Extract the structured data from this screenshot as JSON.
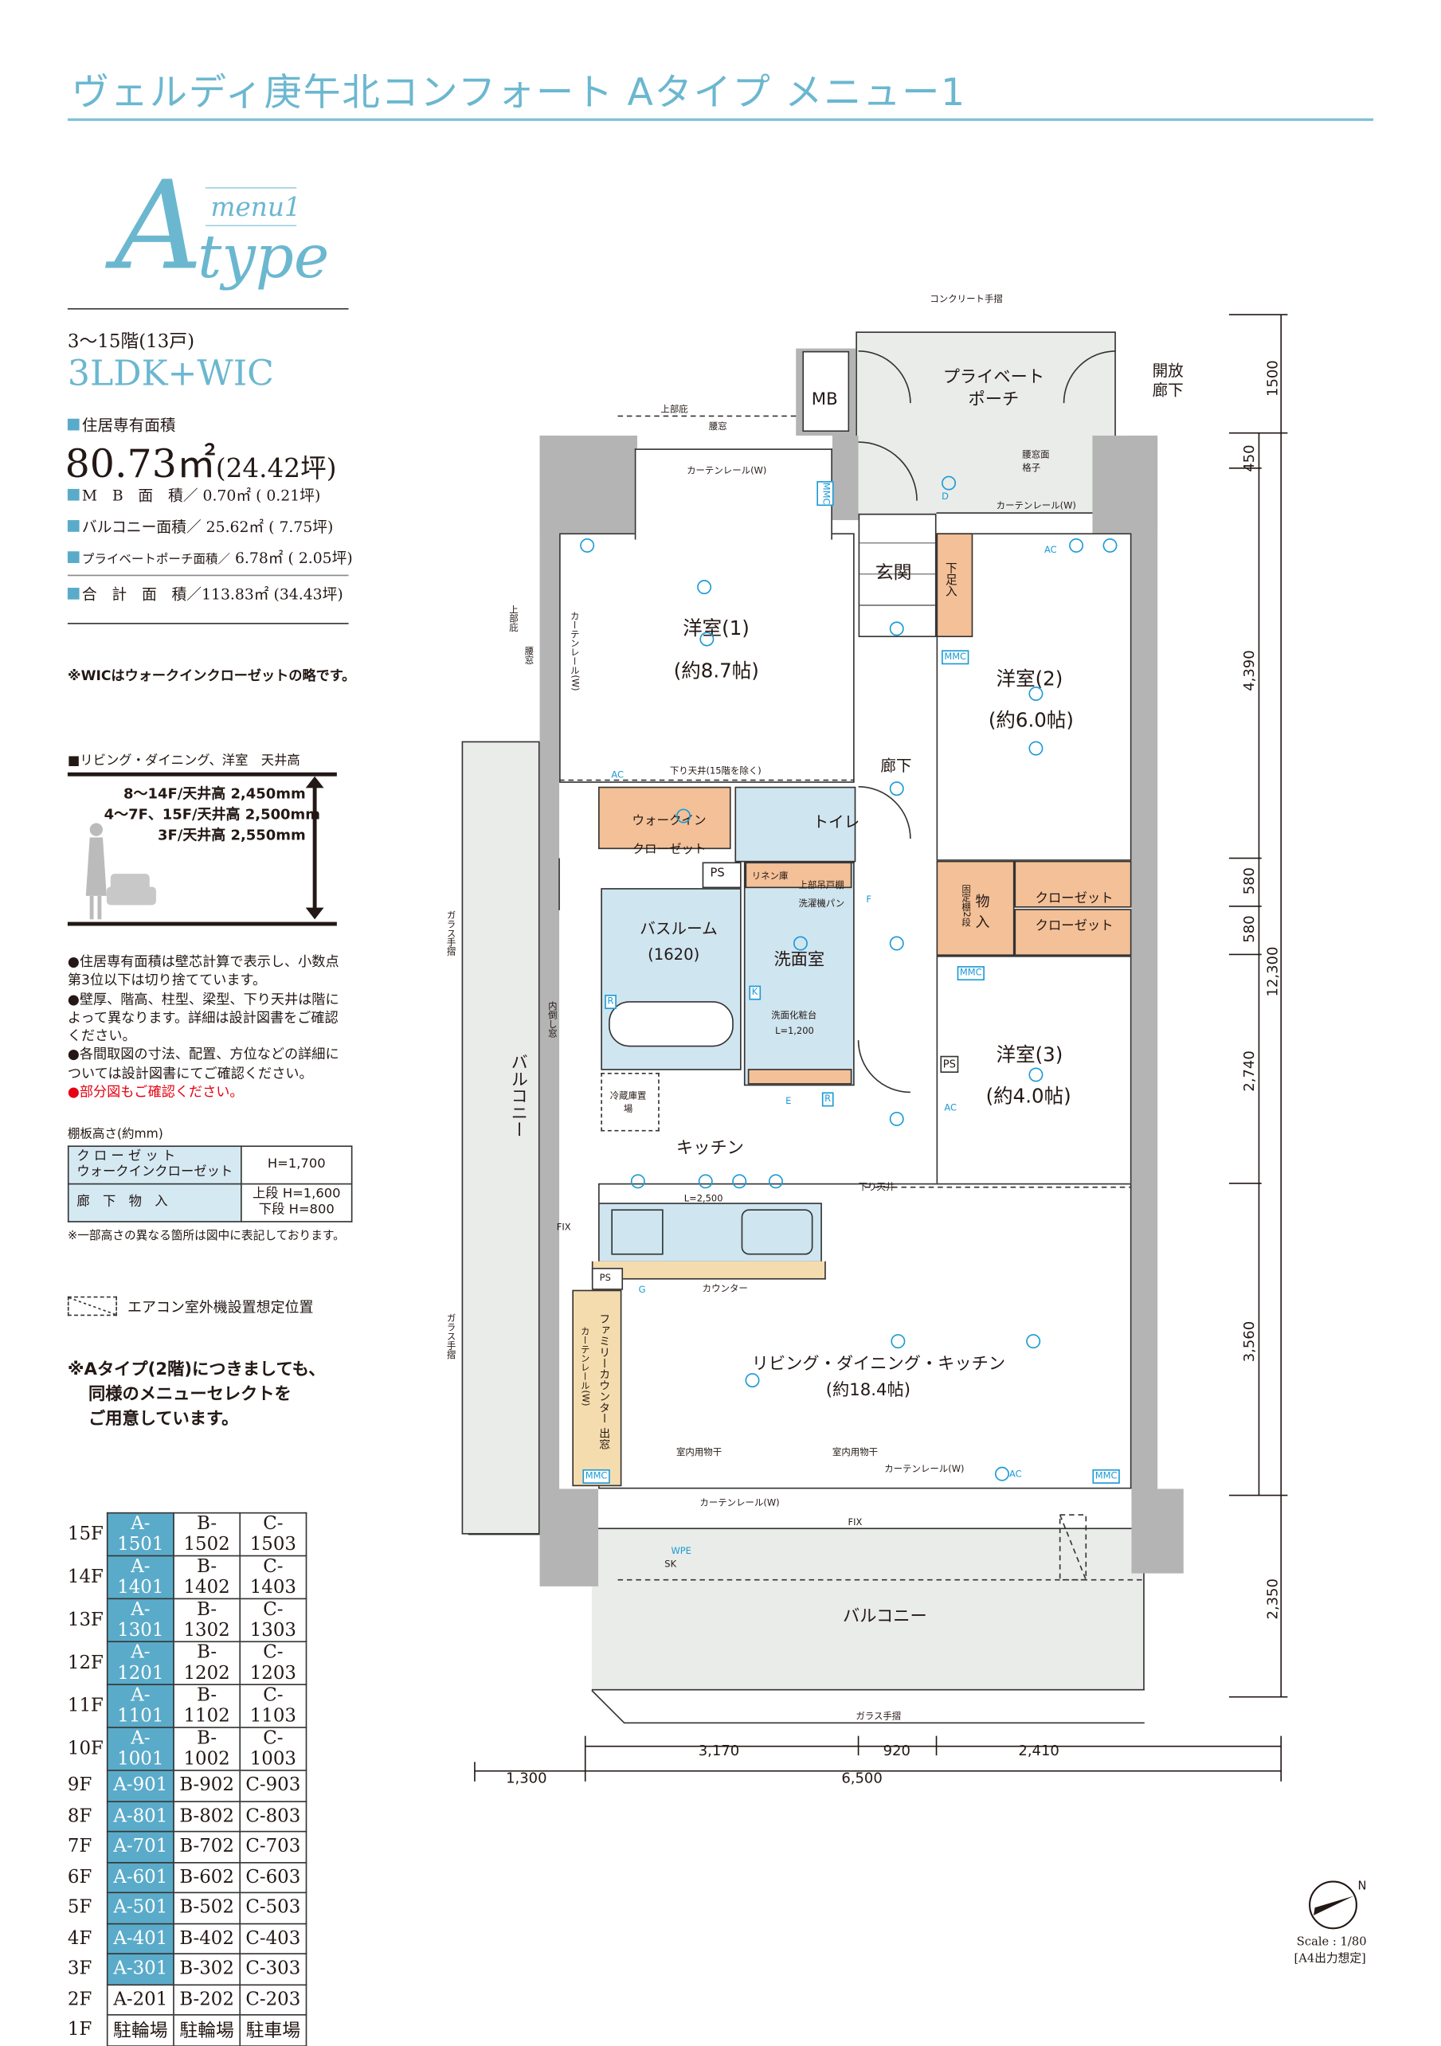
{
  "header": {
    "title": "ヴェルディ庚午北コンフォート Aタイプ メニュー1"
  },
  "logo": {
    "letter": "A",
    "menu": "menu1",
    "type": "type"
  },
  "unit": {
    "floors": "3～15階(13戸)",
    "layout": "3LDK+WIC",
    "area_label": "住居専有面積",
    "area_value": "80.73㎡",
    "area_tsubo": "(24.42坪)",
    "specs": [
      {
        "label": "M　B　面　積／",
        "value": "0.70㎡ ( 0.21坪)"
      },
      {
        "label": "バルコニー面積／",
        "value": "25.62㎡ ( 7.75坪)"
      },
      {
        "label": "プライベートポーチ面積／",
        "value": "6.78㎡ ( 2.05坪)"
      }
    ],
    "total": {
      "label": "合　計　面　積／",
      "value": "113.83㎡ (34.43坪)"
    },
    "wic_note": "※WICはウォークインクローゼットの略です。"
  },
  "ceiling": {
    "heading": "■リビング・ダイニング、洋室　天井高",
    "lines": [
      "8～14F/天井高 2,450mm",
      "4～7F、15F/天井高 2,500mm",
      "3F/天井高 2,550mm"
    ]
  },
  "notes": [
    "●住居専有面積は壁芯計算で表示し、小数点第3位以下は切り捨てています。",
    "●壁厚、階高、柱型、梁型、下り天井は階によって異なります。詳細は設計図書をご確認ください。",
    "●各間取図の寸法、配置、方位などの詳細については設計図書にてご確認ください。"
  ],
  "notes_red": "●部分図もご確認ください。",
  "shelf": {
    "caption": "棚板高さ(約mm)",
    "rows": [
      {
        "label1": "ク ロ ー ゼ ッ ト",
        "label2": "ウォークインクローゼット",
        "value1": "H=1,700",
        "value2": ""
      },
      {
        "label1": "廊　下　物　入",
        "label2": "",
        "value1": "上段 H=1,600",
        "value2": "下段 H=800"
      }
    ],
    "footnote": "※一部高さの異なる箇所は図中に表記しております。"
  },
  "aircon_legend": "エアコン室外機設置想定位置",
  "type2_note": [
    "※Aタイプ(2階)につきましても、",
    "同様のメニューセレクトを",
    "ご用意しています。"
  ],
  "floor_table": [
    {
      "floor": "15F",
      "a": "A-1501",
      "b": "B-1502",
      "c": "C-1503",
      "hl": true
    },
    {
      "floor": "14F",
      "a": "A-1401",
      "b": "B-1402",
      "c": "C-1403",
      "hl": true
    },
    {
      "floor": "13F",
      "a": "A-1301",
      "b": "B-1302",
      "c": "C-1303",
      "hl": true
    },
    {
      "floor": "12F",
      "a": "A-1201",
      "b": "B-1202",
      "c": "C-1203",
      "hl": true
    },
    {
      "floor": "11F",
      "a": "A-1101",
      "b": "B-1102",
      "c": "C-1103",
      "hl": true
    },
    {
      "floor": "10F",
      "a": "A-1001",
      "b": "B-1002",
      "c": "C-1003",
      "hl": true
    },
    {
      "floor": "9F",
      "a": "A-901",
      "b": "B-902",
      "c": "C-903",
      "hl": true
    },
    {
      "floor": "8F",
      "a": "A-801",
      "b": "B-802",
      "c": "C-803",
      "hl": true
    },
    {
      "floor": "7F",
      "a": "A-701",
      "b": "B-702",
      "c": "C-703",
      "hl": true
    },
    {
      "floor": "6F",
      "a": "A-601",
      "b": "B-602",
      "c": "C-603",
      "hl": true
    },
    {
      "floor": "5F",
      "a": "A-501",
      "b": "B-502",
      "c": "C-503",
      "hl": true
    },
    {
      "floor": "4F",
      "a": "A-401",
      "b": "B-402",
      "c": "C-403",
      "hl": true
    },
    {
      "floor": "3F",
      "a": "A-301",
      "b": "B-302",
      "c": "C-303",
      "hl": true
    },
    {
      "floor": "2F",
      "a": "A-201",
      "b": "B-202",
      "c": "C-203",
      "hl": false
    },
    {
      "floor": "1F",
      "a": "駐輪場",
      "b": "駐輪場",
      "c": "駐車場",
      "hl": false
    }
  ],
  "plan": {
    "concrete_rail": "コンクリート手摺",
    "mb": "MB",
    "porch": "プライベート\nポーチ",
    "open_corridor": "開放\n廊下",
    "upper_eave": "上部庇",
    "waist_window": "腰窓",
    "curtain_rail": "カーテンレール(W)",
    "waist_grille": "腰窓面格子",
    "genkan": "玄関",
    "shoe": "下足入",
    "room1": "洋室(1)",
    "room1_size": "(約8.7帖)",
    "room2": "洋室(2)",
    "room2_size": "(約6.0帖)",
    "room3": "洋室(3)",
    "room3_size": "(約4.0帖)",
    "corridor": "廊下",
    "lowered_ceiling_15": "下り天井(15階を除く)",
    "wic1": "ウォークイン",
    "wic2": "クローゼット",
    "toilet": "トイレ",
    "ps": "PS",
    "linen": "リネン庫",
    "upper_cabinet": "上部吊戸棚",
    "washer_pan": "洗濯機パン",
    "bath": "バスルーム",
    "bath_size": "(1620)",
    "washroom": "洗面室",
    "vanity": "洗面化粧台",
    "vanity_len": "L=1,200",
    "storage": "物入",
    "fixed_shelf": "固定棚2段",
    "closet": "クローゼット",
    "fridge": "冷蔵庫置場",
    "kitchen": "キッチン",
    "lowered_ceiling": "下り天井",
    "kitchen_len": "L=2,500",
    "fix": "FIX",
    "counter": "カウンター",
    "family_counter": "ファミリーカウンター 出窓",
    "ldk": "リビング・ダイニング・キッチン",
    "ldk_size": "(約18.4帖)",
    "indoor_dry": "室内用物干",
    "balcony": "バルコニー",
    "glass_rail": "ガラス手摺",
    "inward_window": "内倒し窓",
    "tags": {
      "mmc": "MMC",
      "ac": "AC",
      "r": "R",
      "k": "K",
      "e": "E",
      "d": "D",
      "f": "F",
      "g": "G",
      "wpe": "WPE",
      "sk": "SK"
    }
  },
  "dimensions": {
    "bottom_inner": [
      "3,170",
      "920",
      "2,410"
    ],
    "bottom_outer": [
      "1,300",
      "6,500"
    ],
    "right_inner": [
      "450",
      "4,390",
      "580",
      "580",
      "2,740",
      "3,560"
    ],
    "right_outer": [
      "1500",
      "12,300",
      "2,350"
    ]
  },
  "compass": {
    "north": "N",
    "scale": "Scale : 1/80",
    "print": "[A4出力想定]"
  },
  "colors": {
    "accent": "#6bb7d0",
    "table_highlight": "#5aabc9",
    "fixture": "#1a9ad6",
    "bath": "#cfe5f0",
    "storage": "#f3c097",
    "counter": "#f5dcae",
    "red_note": "#e60012"
  }
}
